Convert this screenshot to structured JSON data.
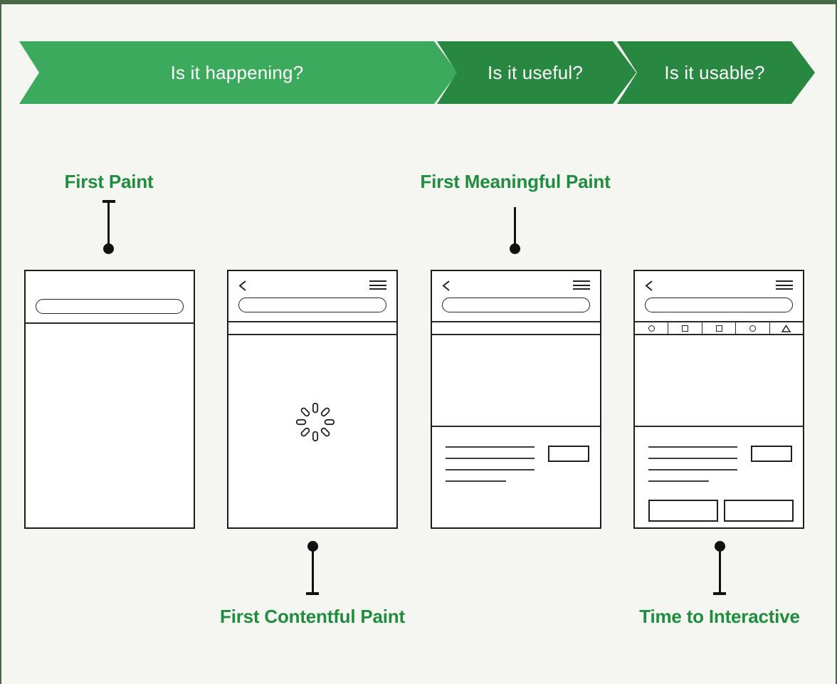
{
  "banner": {
    "segments": [
      {
        "label": "Is it happening?"
      },
      {
        "label": "Is it useful?"
      },
      {
        "label": "Is it usable?"
      }
    ]
  },
  "metrics": {
    "first_paint": {
      "label": "First Paint"
    },
    "first_contentful_paint": {
      "label": "First Contentful Paint"
    },
    "first_meaningful_paint": {
      "label": "First Meaningful Paint"
    },
    "time_to_interactive": {
      "label": "Time to Interactive"
    }
  },
  "phones": {
    "toolbar_icons": [
      "circle",
      "square",
      "square",
      "circle",
      "triangle"
    ],
    "header_icons": [
      "back-arrow",
      "hamburger-menu"
    ],
    "body_icons": [
      "loading-spinner"
    ]
  },
  "colors": {
    "background": "#f5f5f2",
    "frame_border": "#486848",
    "banner_green_light": "#3caa5c",
    "banner_green_dark": "#288740",
    "banner_text": "#ffffff",
    "label_green": "#1e8e3e",
    "wireframe_stroke": "#222222",
    "connector_black": "#111111"
  }
}
